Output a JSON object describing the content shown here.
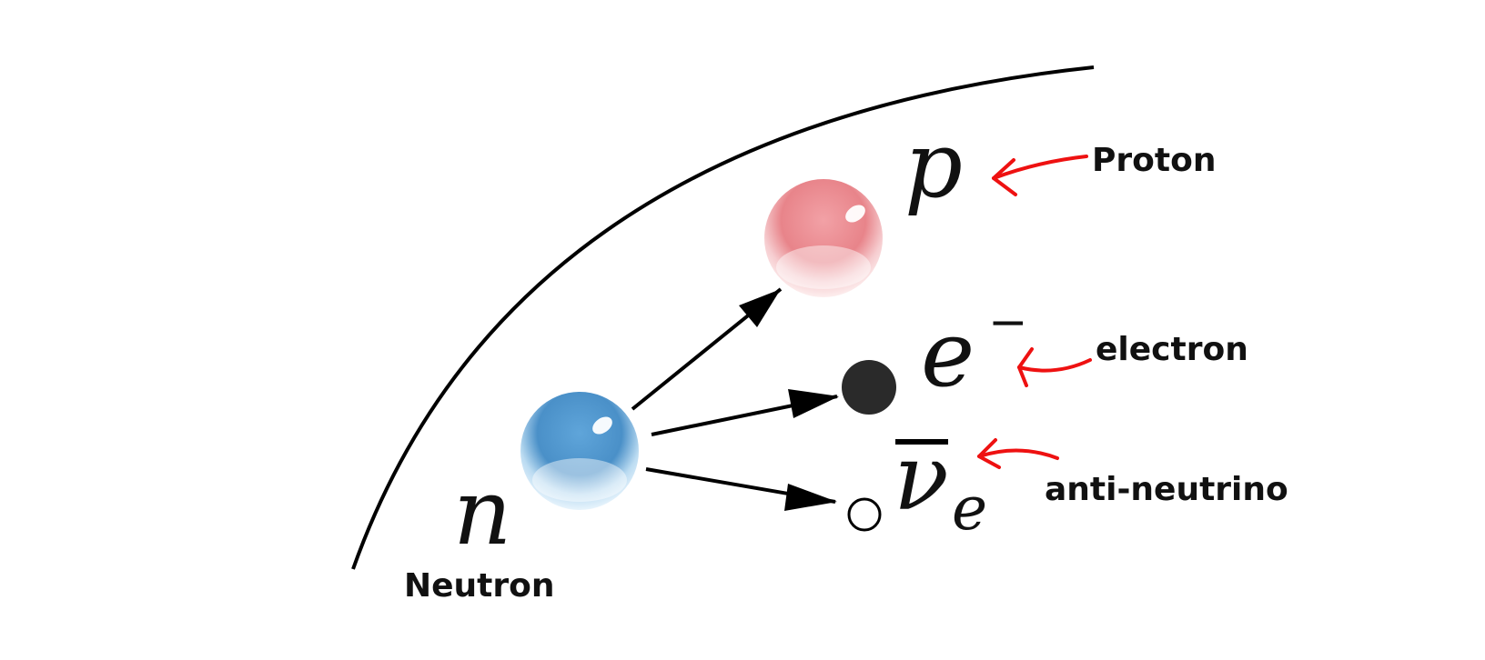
{
  "particles": {
    "neutron": {
      "symbol": "n",
      "label": "Neutron",
      "color": "#4a90c8"
    },
    "proton": {
      "symbol": "p",
      "label": "Proton",
      "color": "#e87f86"
    },
    "electron": {
      "symbol": "e",
      "charge": "−",
      "label": "electron",
      "color": "#2a2a2a"
    },
    "antineutrino": {
      "symbol": "ν",
      "subscript": "e",
      "label": "anti-neutrino",
      "color": "#ffffff"
    }
  },
  "colors": {
    "annotation_arrow": "#ee1111",
    "reaction_arrow": "#000000",
    "boundary": "#000000"
  }
}
